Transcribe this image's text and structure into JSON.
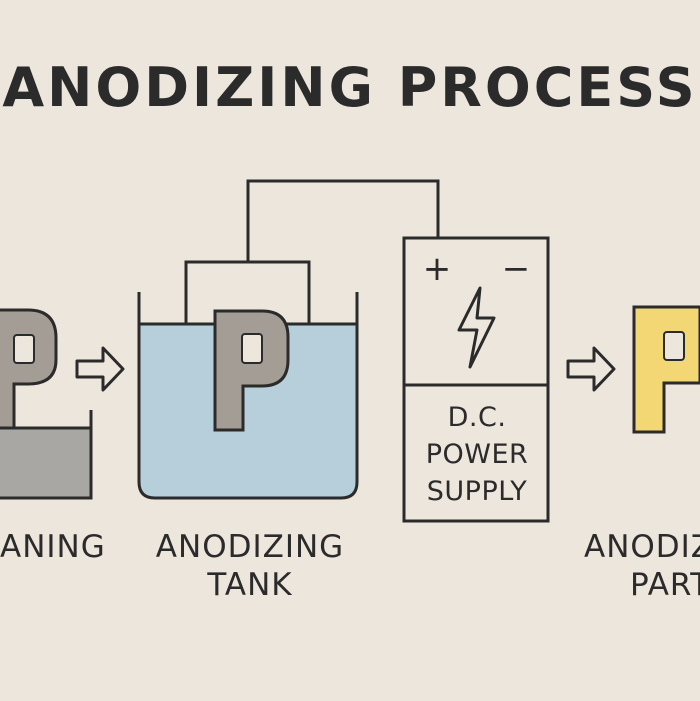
{
  "title": "ANODIZING PROCESS",
  "stages": [
    {
      "name": "cleaning",
      "label_lines": [
        "ANING"
      ],
      "part_letter": "P"
    },
    {
      "name": "anodizing-tank",
      "label_lines": [
        "ANODIZING",
        "TANK"
      ],
      "part_letter": "P"
    },
    {
      "name": "anodized-part",
      "label_lines": [
        "ANODIZ",
        "PART"
      ],
      "part_letter": "P"
    }
  ],
  "power_supply": {
    "label_lines": [
      "D.C.",
      "POWER",
      "SUPPLY"
    ],
    "positive_symbol": "+",
    "negative_symbol": "−",
    "icon": "lightning-bolt-icon"
  },
  "colors": {
    "background": "#ece6dc",
    "outline": "#2b2b2b",
    "raw_part": "#a39d96",
    "cleaning_bath": "#a8a7a3",
    "electrolyte": "#b7cedb",
    "anodized_part": "#f2d774",
    "arrow_fill": "#ece6dc"
  }
}
